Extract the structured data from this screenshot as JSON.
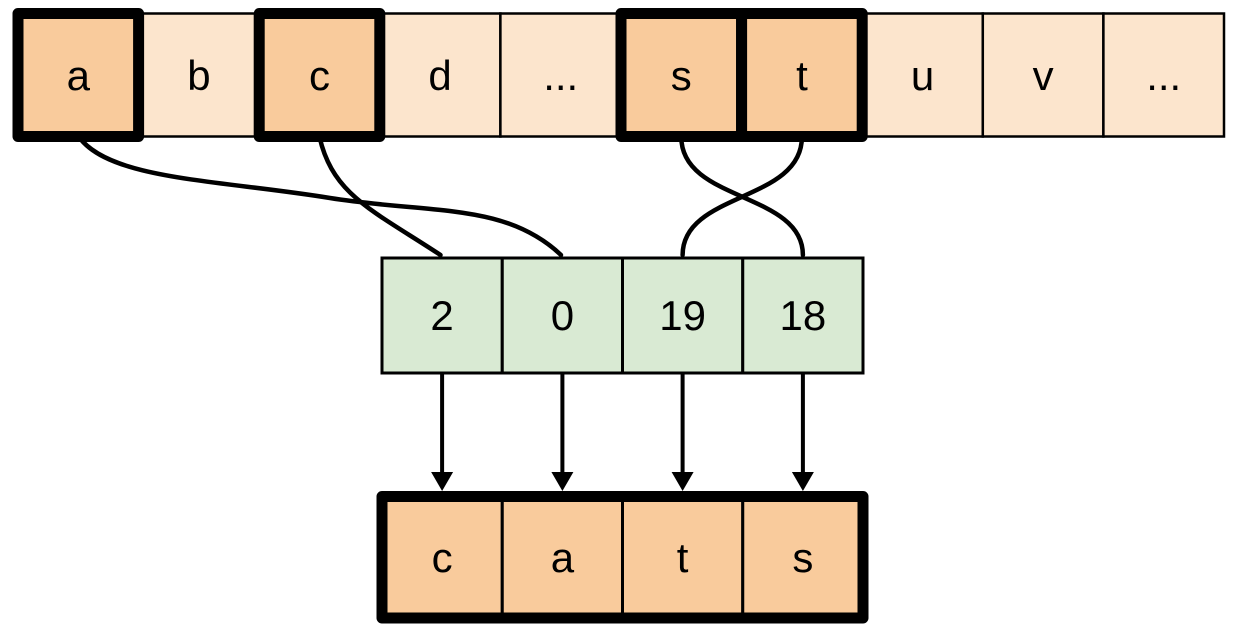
{
  "diagram": {
    "description": "Mapping of highlighted alphabet letters to their numeric indices, producing the word cats",
    "colors": {
      "alphabet_cell": "#fce5cd",
      "highlight_cell": "#f9cb9c",
      "index_cell": "#d9ead3",
      "output_cell": "#f9cb9c",
      "stroke": "#000000",
      "background": "#ffffff"
    },
    "alphabet_row": {
      "cells": [
        {
          "label": "a",
          "highlighted": true
        },
        {
          "label": "b",
          "highlighted": false
        },
        {
          "label": "c",
          "highlighted": true
        },
        {
          "label": "d",
          "highlighted": false
        },
        {
          "label": "...",
          "highlighted": false
        },
        {
          "label": "s",
          "highlighted": true
        },
        {
          "label": "t",
          "highlighted": true
        },
        {
          "label": "u",
          "highlighted": false
        },
        {
          "label": "v",
          "highlighted": false
        },
        {
          "label": "...",
          "highlighted": false
        }
      ]
    },
    "index_row": {
      "cells": [
        {
          "label": "2"
        },
        {
          "label": "0"
        },
        {
          "label": "19"
        },
        {
          "label": "18"
        }
      ]
    },
    "output_row": {
      "cells": [
        {
          "label": "c"
        },
        {
          "label": "a"
        },
        {
          "label": "t"
        },
        {
          "label": "s"
        }
      ]
    },
    "mappings": [
      {
        "from_letter": "c",
        "to_index_value": "2"
      },
      {
        "from_letter": "a",
        "to_index_value": "0"
      },
      {
        "from_letter": "t",
        "to_index_value": "19"
      },
      {
        "from_letter": "s",
        "to_index_value": "18"
      }
    ]
  }
}
